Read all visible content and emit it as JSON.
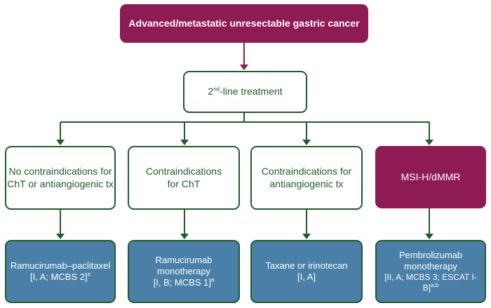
{
  "root": {
    "label": "Advanced/metastatic unresectable gastric cancer"
  },
  "level2": {
    "prefix": "2",
    "sup": "nd",
    "suffix": "-line treatment"
  },
  "conditions": [
    {
      "line1": "No contraindications for",
      "line2": "ChT or antiangiogenic tx"
    },
    {
      "line1": "Contraindications",
      "line2": "for ChT"
    },
    {
      "line1": "Contraindications for",
      "line2": "antiangiogenic tx"
    },
    {
      "line1": "MSI-H/dMMR",
      "line2": ""
    }
  ],
  "recommendations": [
    {
      "line1": "Ramucirumab–paclitaxel",
      "line2": "[I, A; MCBS 2]",
      "sup": "a"
    },
    {
      "line1": "Ramucirumab monotherapy",
      "line2": "[I, B; MCBS 1]",
      "sup": "a"
    },
    {
      "line1": "Taxane or irinotecan",
      "line2": "[I, A]",
      "sup": ""
    },
    {
      "line1": "Pembrolizumab monotherapy",
      "line2": "[II, A; MCBS 3; ESCAT I-B]",
      "sup": "a,b"
    }
  ],
  "colors": {
    "maroon": "#8e1b54",
    "green": "#1f5c2b",
    "blue": "#4a7fa8",
    "white": "#ffffff"
  }
}
